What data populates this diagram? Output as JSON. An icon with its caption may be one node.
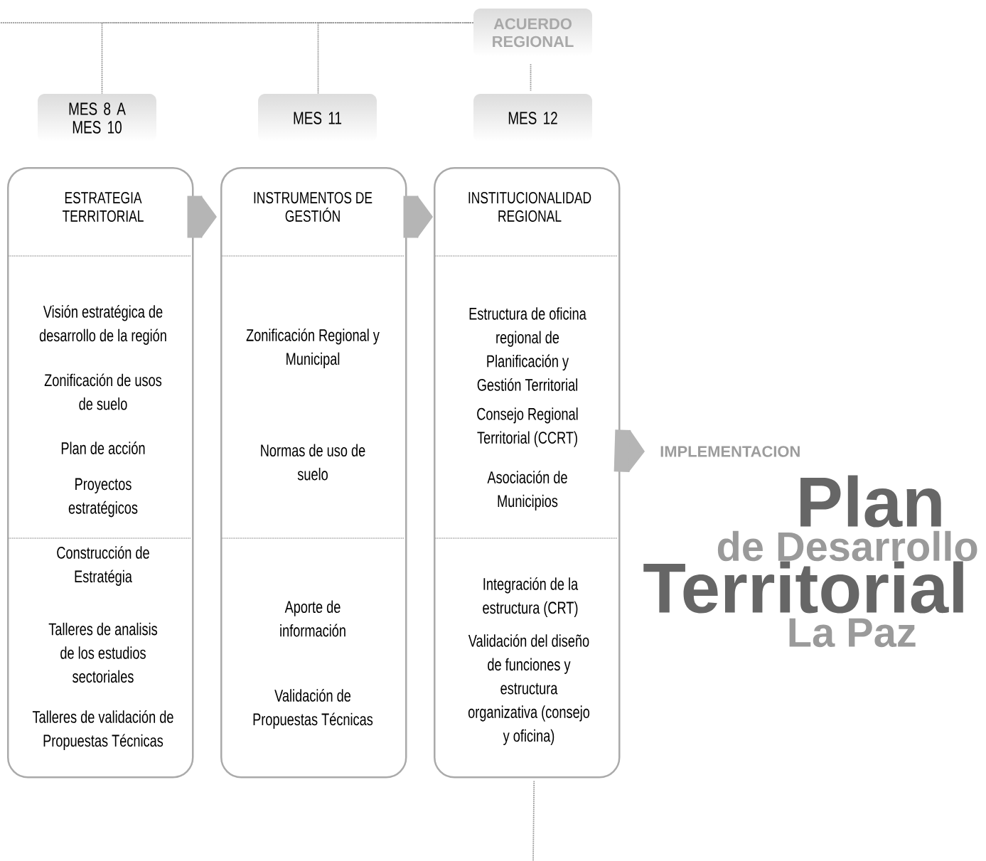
{
  "diagram": {
    "nodes": [
      {
        "text": [
          "ACUERDO REGIONAL"
        ]
      },
      {
        "text": [
          "MES 8 A MES 10"
        ]
      },
      {
        "text": [
          "MES 11"
        ]
      },
      {
        "text": [
          "MES 12"
        ]
      },
      {
        "text": [
          "ESTRATEGIA TERRITORIAL",
          "Visión estratégica de desarrollo de la región",
          "Zonificación de usos de suelo",
          "Plan de acción",
          "Proyectos estratégicos",
          "Construcción de Estratégia",
          "Talleres de analisis de los estudios sectoriales",
          "Talleres de validación de Propuestas Técnicas"
        ]
      },
      {
        "text": [
          "INSTRUMENTOS DE GESTIÓN",
          "Zonificación Regional y Municipal",
          "Normas de uso de suelo",
          "Aporte de información",
          "Validación de Propuestas Técnicas"
        ]
      },
      {
        "text": [
          "INSTITUCIONALIDAD REGIONAL",
          "Estructura de oficina regional de Planificación y Gestión Territorial",
          "Consejo Regional Territorial (CCRT)",
          "Asociación de Municipios",
          "Integración de la estructura (CRT)",
          "Validación del diseño de funciones y estructura organizativa (consejo y oficina)"
        ]
      },
      {
        "text": [
          "IMPLEMENTACION"
        ]
      }
    ],
    "edges": [
      {
        "from": null,
        "to": 0,
        "arrow": "none",
        "style": "dashed"
      },
      {
        "from": 0,
        "to": 1,
        "arrow": "none",
        "style": "dashed"
      },
      {
        "from": 0,
        "to": 2,
        "arrow": "none",
        "style": "dashed"
      },
      {
        "from": 0,
        "to": 3,
        "arrow": "none",
        "style": "dashed"
      },
      {
        "from": 4,
        "to": 5,
        "arrow": "to",
        "style": "thick"
      },
      {
        "from": 5,
        "to": 6,
        "arrow": "to",
        "style": "thick"
      },
      {
        "from": 6,
        "to": 7,
        "arrow": "to",
        "style": "thick"
      },
      {
        "from": 6,
        "to": null,
        "arrow": "none",
        "style": "dashed"
      }
    ],
    "labels": [
      "Plan",
      "de Desarrollo",
      "Territorial",
      "La Paz"
    ]
  }
}
